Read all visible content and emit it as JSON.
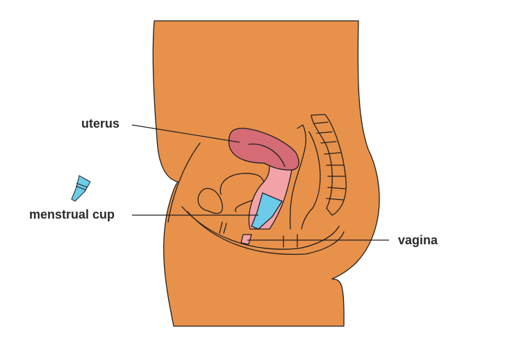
{
  "labels": {
    "uterus": "uterus",
    "menstrual_cup": "menstrual cup",
    "vagina": "vagina"
  },
  "colors": {
    "skin": "#e8914a",
    "uterus": "#d46b75",
    "vagina": "#f3a3a8",
    "cup": "#6ccbe9",
    "outline": "#1e1e1e"
  }
}
